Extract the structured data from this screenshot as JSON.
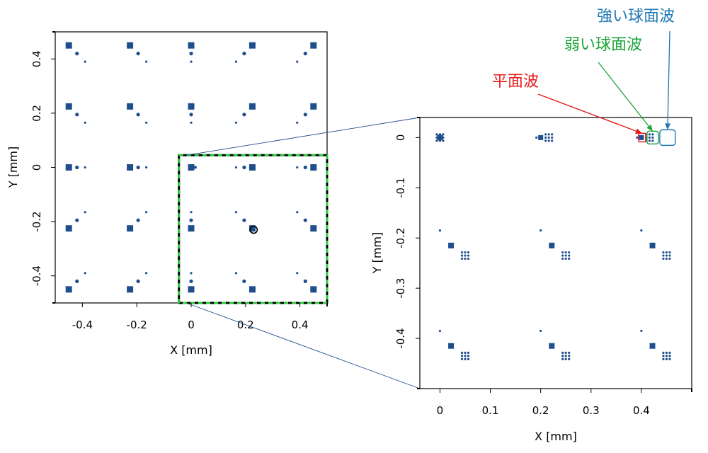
{
  "chart_data": [
    {
      "type": "scatter",
      "panel": "left",
      "xlabel": "X [mm]",
      "ylabel": "Y [mm]",
      "xlim": [
        -0.5,
        0.5
      ],
      "ylim": [
        -0.5,
        0.5
      ],
      "xticks": [
        -0.4,
        -0.2,
        0,
        0.2,
        0.4
      ],
      "xtick_labels": [
        "-0.4",
        "-0.2",
        "0",
        "0.2",
        "0.4"
      ],
      "yticks": [
        -0.4,
        -0.2,
        0,
        0.2,
        0.4
      ],
      "ytick_labels": [
        "-0.4",
        "-0.2",
        "0",
        "0.2",
        "0.4"
      ],
      "grid": false,
      "field_positions": [
        -0.45,
        -0.225,
        0,
        0.225,
        0.45
      ],
      "highlight_point": {
        "x": 0.23,
        "y": -0.23
      },
      "zoom_region": {
        "x": [
          -0.045,
          0.5
        ],
        "y": [
          -0.5,
          0.045
        ]
      }
    },
    {
      "type": "scatter",
      "panel": "right",
      "xlabel": "X [mm]",
      "ylabel": "Y [mm]",
      "xlim": [
        -0.04,
        0.5
      ],
      "ylim": [
        -0.5,
        0.04
      ],
      "xticks": [
        0,
        0.1,
        0.2,
        0.3,
        0.4
      ],
      "xtick_labels": [
        "0",
        "0.1",
        "0.2",
        "0.3",
        "0.4"
      ],
      "yticks": [
        0,
        -0.1,
        -0.2,
        -0.3,
        -0.4
      ],
      "ytick_labels": [
        "0",
        "-0.1",
        "-0.2",
        "-0.3",
        "-0.4"
      ],
      "grid": false,
      "field_positions": [
        0,
        0.2,
        0.4
      ],
      "series": [
        {
          "name": "平面波",
          "color": "#e31a1c"
        },
        {
          "name": "弱い球面波",
          "color": "#1ea53a"
        },
        {
          "name": "強い球面波",
          "color": "#1f77b4"
        }
      ]
    }
  ],
  "annotations": [
    {
      "label": "強い球面波",
      "color": "#1f77b4"
    },
    {
      "label": "弱い球面波",
      "color": "#1ea53a"
    },
    {
      "label": "平面波",
      "color": "#e31a1c"
    }
  ],
  "colors": {
    "marker": "#1f4e8c",
    "zoom_box": "#2ecc40",
    "connector": "#1f4e8c"
  }
}
